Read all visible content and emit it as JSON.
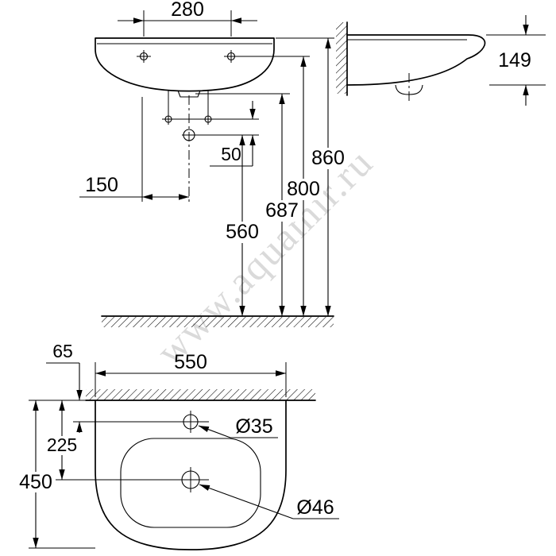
{
  "watermark": "www.aquamir.ru",
  "front_view": {
    "dim_hole_spacing": "280",
    "dim_fixing_offset": "50",
    "dim_center_offset": "150",
    "height_rim": "860",
    "height_holes": "800",
    "height_bottom": "687",
    "height_drain": "560"
  },
  "side_view": {
    "dim_depth": "149"
  },
  "plan_view": {
    "dim_width": "550",
    "dim_tap_wall_offset": "65",
    "dim_drain_wall_offset": "225",
    "dim_depth": "450",
    "tap_hole_diameter": "Ø35",
    "drain_hole_diameter": "Ø46"
  },
  "colors": {
    "line": "#000000",
    "watermark": "#c3c3c3",
    "background": "#ffffff"
  }
}
